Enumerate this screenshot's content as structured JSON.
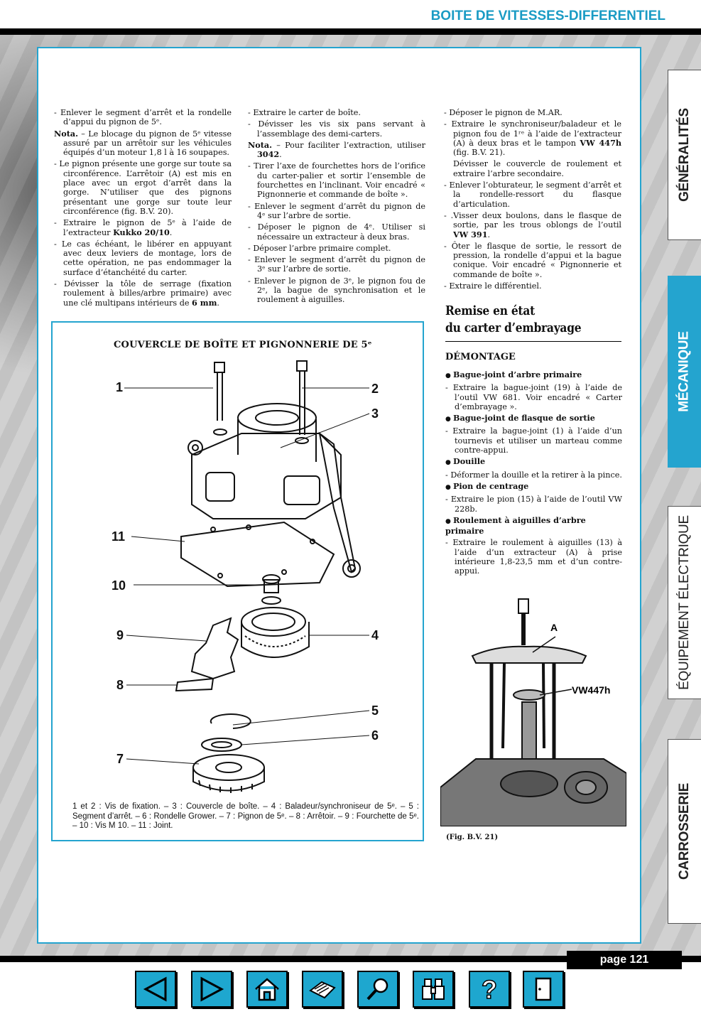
{
  "header": {
    "title": "BOITE DE VITESSES-DIFFERENTIEL"
  },
  "tabs": [
    {
      "label": "GÉNÉRALITÉS"
    },
    {
      "label": "MÉCANIQUE"
    },
    {
      "label": "ÉQUIPEMENT ÉLECTRIQUE"
    },
    {
      "label": "CARROSSERIE"
    }
  ],
  "page": {
    "number": "page 121"
  },
  "col1": [
    {
      "text": "- Enlever le segment d’arrêt et la rondelle d’appui du pignon de 5ᵉ."
    },
    {
      "bold": "Nota.",
      "text": " – Le blocage du pignon de 5ᵉ vitesse assuré par un arrêtoir sur les véhicules équipés d’un moteur 1,8 l à 16 soupapes."
    },
    {
      "text": "- Le pignon présente une gorge sur toute sa circonférence. L’arrêtoir (A) est mis en place avec un ergot d’arrêt dans la gorge. N’utiliser que des pignons présentant une gorge sur toute leur circonférence (fig. B.V. 20)."
    },
    {
      "text": "- Extraire le pignon de 5ᵉ à l’aide de l’extracteur ",
      "bold_end": "Kukko 20/10",
      "tail": "."
    },
    {
      "text": "- Le cas échéant, le libérer en appuyant avec deux leviers de montage, lors de cette opération, ne pas endommager la surface d’étanchéité du carter."
    },
    {
      "text": "- Dévisser la tôle de serrage (fixation roulement à billes/arbre primaire) avec une clé multipans intérieurs de ",
      "bold_end": "6 mm",
      "tail": "."
    }
  ],
  "col2": [
    {
      "text": "- Extraire le carter de boîte."
    },
    {
      "text": "- Dévisser les vis six pans servant à l’assemblage des demi-carters."
    },
    {
      "bold": "Nota.",
      "text": " – Pour faciliter l’extraction, utiliser ",
      "bold_end": "3042",
      "tail": "."
    },
    {
      "text": "- Tirer l’axe de fourchettes hors de l’orifice du carter-palier et sortir l’ensemble de fourchettes en l’inclinant. Voir encadré « Pignonnerie et commande de boîte »."
    },
    {
      "text": "- Enlever le segment d’arrêt du pignon de 4ᵉ sur l’arbre de sortie."
    },
    {
      "text": "- Déposer le pignon de 4ᵉ. Utiliser si nécessaire un extracteur à deux bras."
    },
    {
      "text": "- Déposer l’arbre primaire complet."
    },
    {
      "text": "- Enlever le segment d’arrêt du pignon de 3ᵉ sur l’arbre de sortie."
    },
    {
      "text": "- Enlever le pignon de 3ᵉ, le pignon fou de 2ᵉ, la bague de synchronisation et le roulement à aiguilles."
    }
  ],
  "col3": [
    {
      "text": "- Déposer le pignon de M.AR."
    },
    {
      "text": "- Extraire le synchroniseur/baladeur et le pignon fou de 1ʳᵉ à l’aide de l’extracteur (A) à deux bras et le tampon ",
      "bold_end": "VW 447h",
      "tail": " (fig. B.V. 21)."
    },
    {
      "hang": "Dévisser le couvercle de roulement et extraire l’arbre secondaire."
    },
    {
      "text": "- Enlever l’obturateur, le segment d’arrêt et la rondelle-ressort du flasque d’articulation."
    },
    {
      "text": "- .Visser deux boulons, dans le flasque de sortie, par les trous oblongs de l’outil ",
      "bold_end": "VW 391",
      "tail": "."
    },
    {
      "text": "- Ôter le flasque de sortie, le ressort de pression, la rondelle d’appui et la bague conique. Voir encadré « Pignonnerie et commande de boîte »."
    },
    {
      "text": "- Extraire le différentiel."
    }
  ],
  "section": {
    "title_line1": "Remise en état",
    "title_line2": "du carter d’embrayage",
    "subtitle": "DÉMONTAGE"
  },
  "col4": [
    {
      "heading": "Bague-joint d’arbre primaire"
    },
    {
      "text": "- Extraire la bague-joint (19) à l’aide de l’outil VW 681. Voir encadré « Carter d’embrayage »."
    },
    {
      "heading": "Bague-joint de flasque de sortie"
    },
    {
      "text": "- Extraire la bague-joint (1) à l’aide d’un tournevis et utiliser un marteau comme contre-appui."
    },
    {
      "heading": "Douille"
    },
    {
      "text": "- Déformer la douille et la retirer à la pince."
    },
    {
      "heading": "Pion de centrage"
    },
    {
      "text": "- Extraire le pion (15) à l’aide de l’outil VW 228b."
    },
    {
      "heading": "Roulement à aiguilles d’arbre primaire"
    },
    {
      "text": "- Extraire le roulement à aiguilles (13) à l’aide d’un extracteur (A) à prise intérieure 1,8-23,5 mm et d’un contre-appui."
    }
  ],
  "figure1": {
    "title": "COUVERCLE DE BOÎTE ET PIGNONNERIE DE 5ᵉ",
    "callouts": [
      "1",
      "2",
      "3",
      "11",
      "10",
      "9",
      "4",
      "8",
      "5",
      "6",
      "7"
    ],
    "caption": "1 et 2 : Vis de fixation. – 3 : Couvercle de boîte. – 4 : Baladeur/synchroniseur de 5ᵉ. – 5 : Segment d’arrêt. – 6 : Rondelle Grower. – 7 : Pignon de 5ᵉ. – 8 : Arrêtoir. – 9 : Fourchette de 5ᵉ. – 10 : Vis M 10. – 11 : Joint."
  },
  "figure2": {
    "label_a": "A",
    "label_tool": "VW447h",
    "caption": "(Fig. B.V. 21)"
  },
  "nav": [
    {
      "icon": "arrow-left-icon"
    },
    {
      "icon": "arrow-right-icon"
    },
    {
      "icon": "home-icon"
    },
    {
      "icon": "printer-icon"
    },
    {
      "icon": "magnifier-icon"
    },
    {
      "icon": "binoculars-icon"
    },
    {
      "icon": "help-icon"
    },
    {
      "icon": "exit-door-icon"
    }
  ],
  "colors": {
    "accent": "#24a4cf",
    "nav_button": "#1ea7cf"
  }
}
